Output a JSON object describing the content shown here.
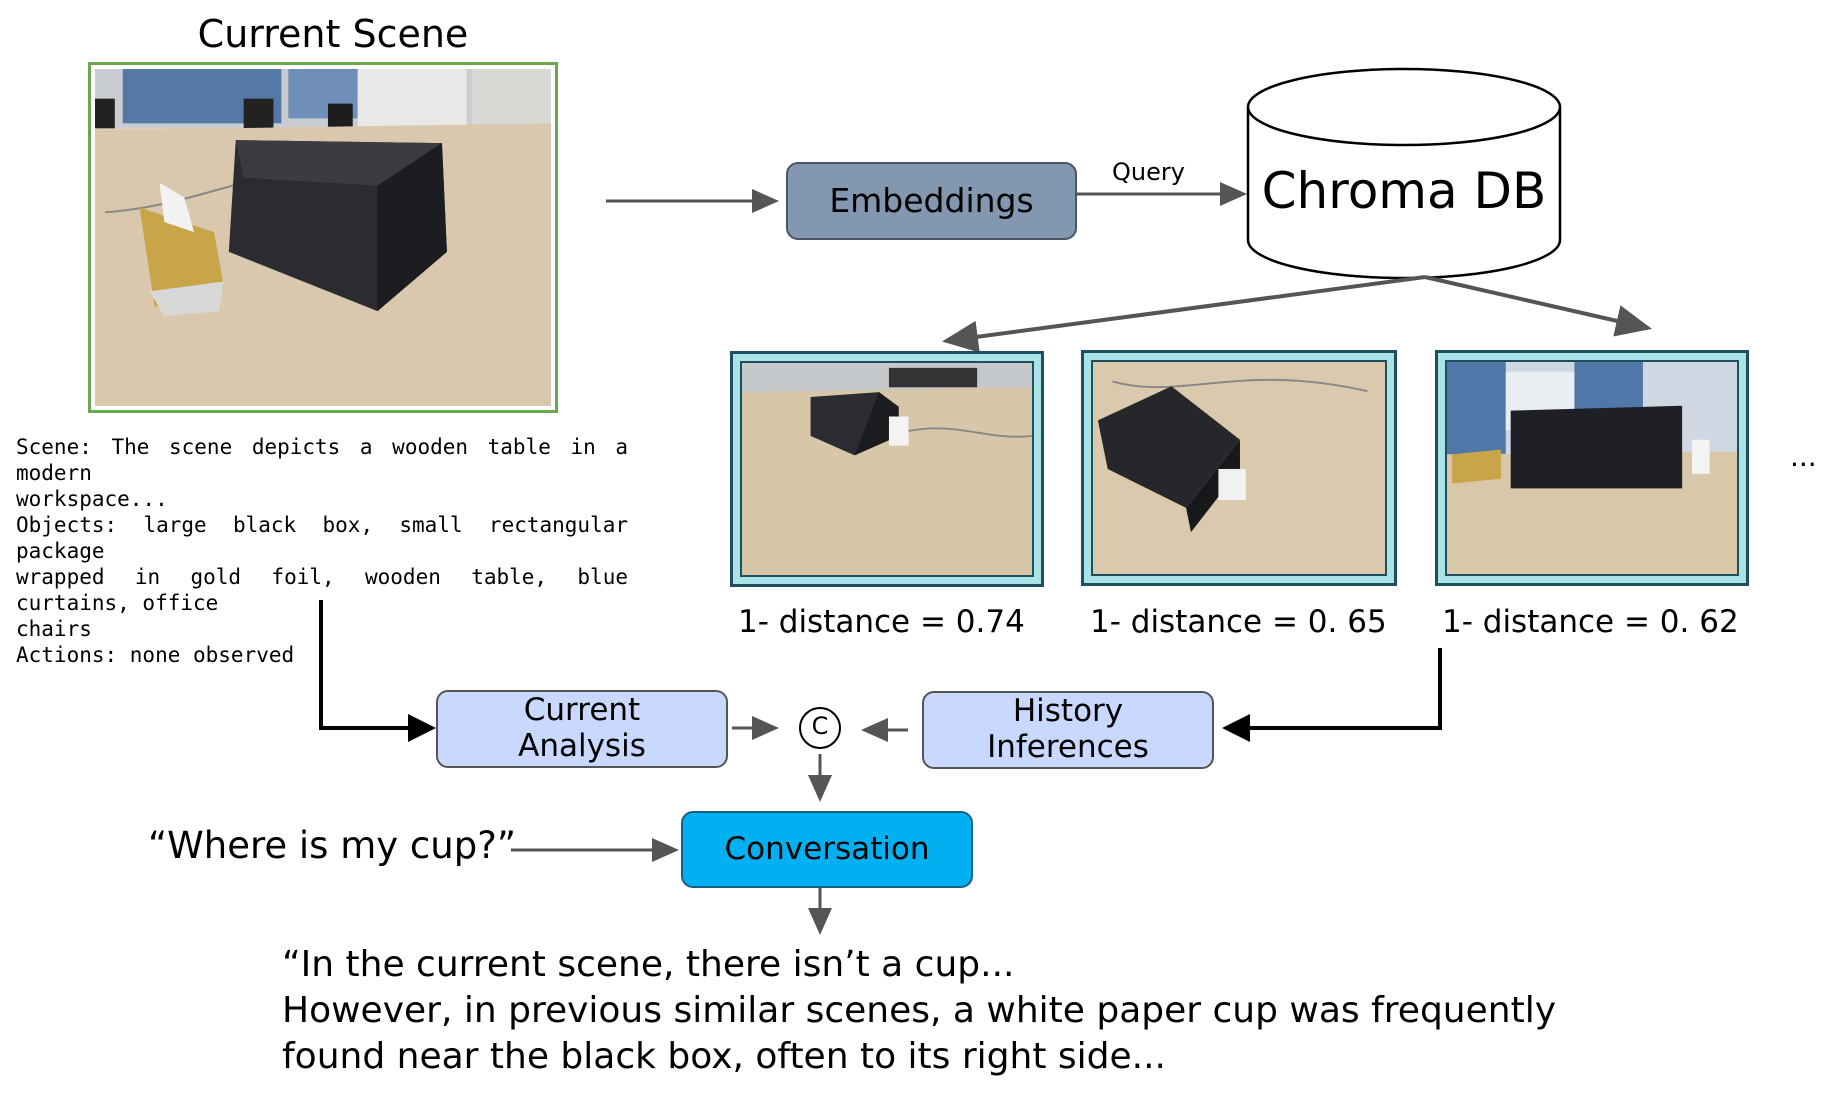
{
  "current_scene": {
    "title": "Current Scene"
  },
  "scene_description": {
    "lines": [
      "Scene: The scene depicts a wooden table in a modern",
      "workspace...",
      "Objects: large black box, small rectangular package",
      "wrapped in gold foil, wooden table, blue curtains, office",
      "chairs",
      "Actions: none observed"
    ]
  },
  "nodes": {
    "embeddings": "Embeddings",
    "query_label": "Query",
    "database": "Chroma DB",
    "current_analysis": [
      "Current",
      "Analysis"
    ],
    "concat_symbol": "C",
    "history_inferences": [
      "History",
      "Inferences"
    ],
    "conversation": "Conversation"
  },
  "retrieved": [
    {
      "label": "1- distance =  0.74"
    },
    {
      "label": "1- distance =  0. 65"
    },
    {
      "label": "1- distance =  0. 62"
    }
  ],
  "ellipsis": "...",
  "question": "“Where is my cup?”",
  "answer_lines": [
    "“In the current scene, there isn’t a cup...",
    "However, in previous similar scenes, a white paper cup was frequently",
    "found near the black box, often to its right side..."
  ],
  "colors": {
    "embeddings_fill": "#8397b0",
    "analysis_fill": "#c9d8ff",
    "conversation_fill": "#00b0f0",
    "main_frame": "#6aa84f",
    "history_frame": "#a9e3e6",
    "arrow": "#555555"
  }
}
